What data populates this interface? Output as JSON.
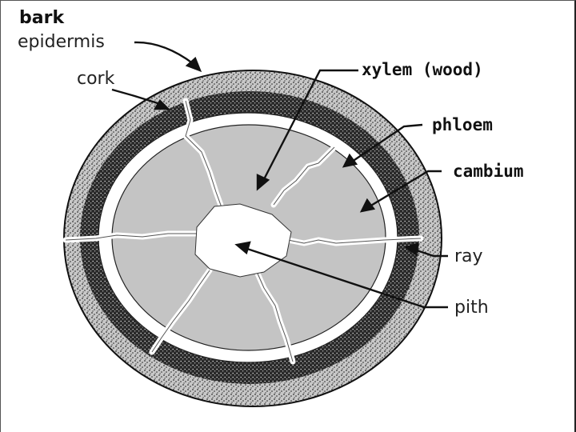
{
  "diagram": {
    "labels": {
      "bark": "bark",
      "epidermis": "epidermis",
      "cork": "cork",
      "xylem": "xylem (wood)",
      "phloem": "phloem",
      "cambium": "cambium",
      "ray": "ray",
      "pith": "pith"
    },
    "colors": {
      "outer_bark": "#b5b5b5",
      "inner_bark": "#404040",
      "phloem_white": "#ffffff",
      "xylem": "#c4c4c4",
      "pith": "#ffffff",
      "ink": "#111111"
    }
  }
}
